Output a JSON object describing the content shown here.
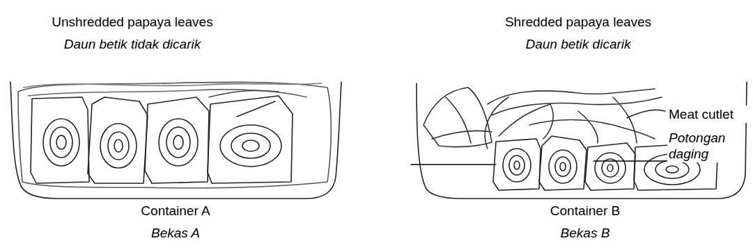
{
  "diagram": {
    "labels": [
      "Unshredded papaya leaves",
      "Daun betik tidak dicarik",
      "Shredded papaya leaves",
      "Daun betik dicarik",
      "Meat cutlet",
      "Potongan daging",
      "Container A",
      "Bekas A",
      "Container B",
      "Bekas B"
    ]
  }
}
